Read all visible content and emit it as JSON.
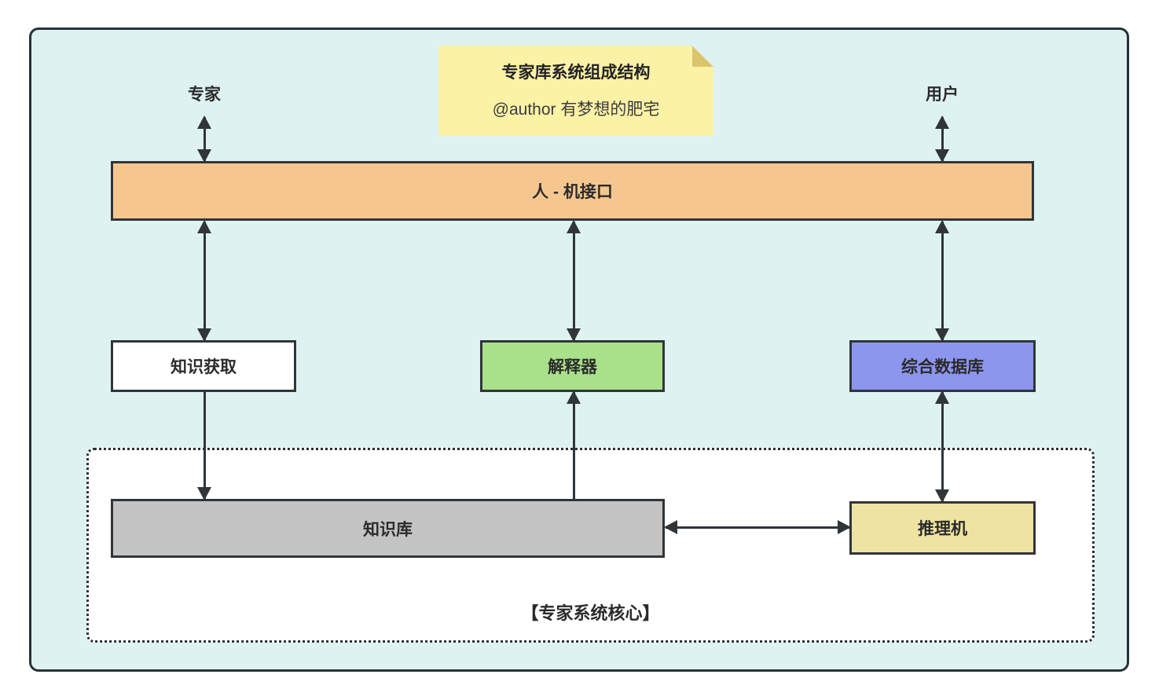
{
  "note": {
    "title": "专家库系统组成结构",
    "author": "@author 有梦想的肥宅"
  },
  "actors": {
    "expert": "专家",
    "user": "用户"
  },
  "nodes": {
    "human_machine_interface": {
      "label": "人 - 机接口",
      "fill": "#f5c78f"
    },
    "knowledge_acquisition": {
      "label": "知识获取",
      "fill": "#ffffff"
    },
    "interpreter": {
      "label": "解释器",
      "fill": "#a9e08a"
    },
    "integrated_database": {
      "label": "综合数据库",
      "fill": "#8c96ed"
    },
    "knowledge_base": {
      "label": "知识库",
      "fill": "#c4c4c4"
    },
    "inference_engine": {
      "label": "推理机",
      "fill": "#efe3a2"
    }
  },
  "core_group": {
    "label": "【专家系统核心】"
  },
  "colors": {
    "canvas_background": "#def3f1",
    "canvas_border": "#263238",
    "note_background": "#fbf2a6",
    "note_fold": "#dcc56f",
    "arrow_and_outline": "#303539",
    "core_group_background": "#ffffff"
  }
}
